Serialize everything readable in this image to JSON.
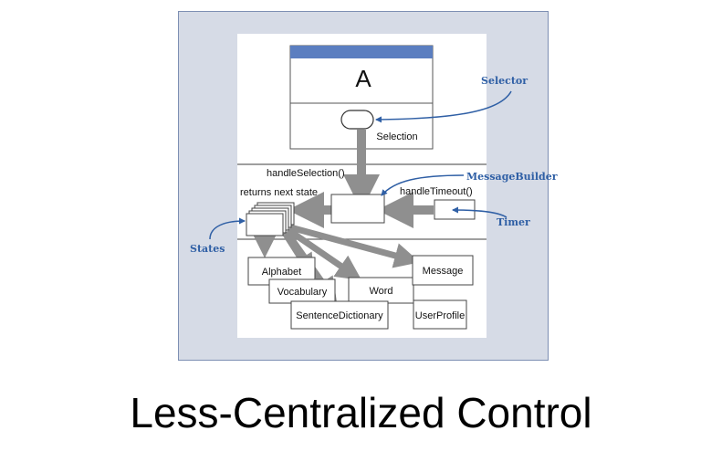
{
  "diagram": {
    "window_title": "A",
    "selection_label": "Selection",
    "handle_selection_label": "handleSelection()",
    "returns_next_state_label": "returns next state",
    "handle_timeout_label": "handleTimeout()",
    "boxes": {
      "alphabet": "Alphabet",
      "vocabulary": "Vocabulary",
      "word": "Word",
      "message": "Message",
      "sentence_dictionary": "SentenceDictionary",
      "user_profile": "UserProfile"
    },
    "annotations": {
      "selector": "Selector",
      "message_builder": "MessageBuilder",
      "timer": "Timer",
      "states": "States"
    },
    "colors": {
      "background": "#d6dbe6",
      "panel": "#ffffff",
      "title_bar": "#5b7ec0",
      "annotation": "#2f5fa5",
      "arrow": "#8f8f8f"
    }
  },
  "slide": {
    "title": "Less-Centralized Control"
  }
}
